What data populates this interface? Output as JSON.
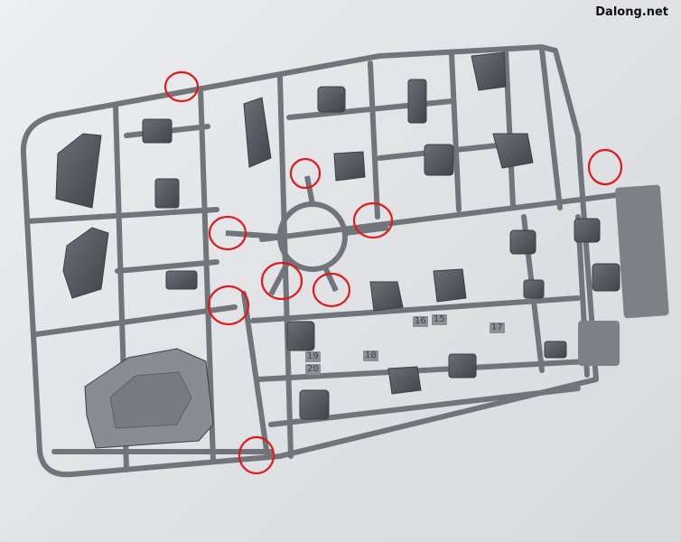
{
  "watermark": {
    "text": "Dalong.net"
  },
  "colors": {
    "background": "#e3e5e8",
    "runner": "#6f757b",
    "part": "#4b5157",
    "highlight_circle": "#e0191b"
  },
  "runner_numbers": [
    "15",
    "16",
    "17",
    "18",
    "19",
    "20"
  ],
  "icons": [
    "red-circle-marker-icon"
  ]
}
